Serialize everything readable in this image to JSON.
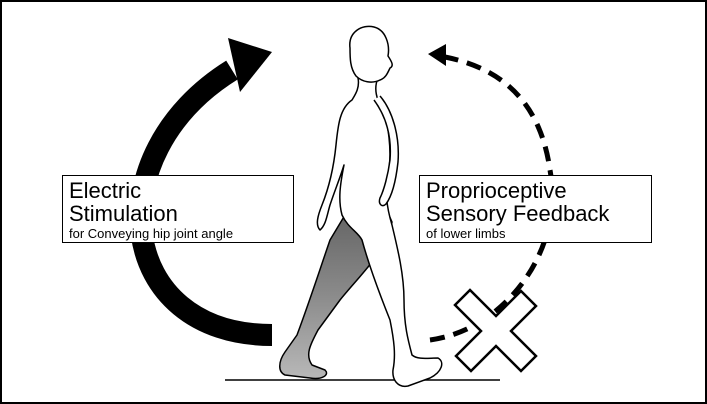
{
  "stimulation": {
    "title_line1": "Electric",
    "title_line2": "Stimulation",
    "subtitle": "for Conveying hip joint angle"
  },
  "feedback": {
    "title_line1": "Proprioceptive",
    "title_line2": "Sensory Feedback",
    "subtitle": "of lower limbs"
  },
  "colors": {
    "ink": "#000000",
    "background": "#ffffff",
    "shaded_leg": "#7a7a7a"
  },
  "icons": {
    "solid_arrow": "curved-solid-arrow-icon",
    "dashed_arrow": "curved-dashed-arrow-icon",
    "blocked": "x-cross-icon",
    "figure": "walking-person-icon"
  }
}
